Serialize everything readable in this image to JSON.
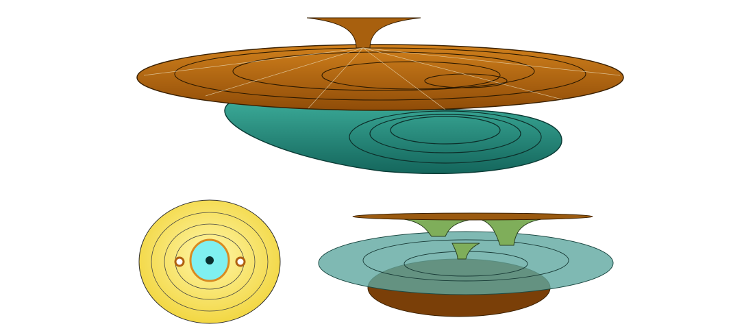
{
  "figures": [
    {
      "id": "top-surface",
      "colors": {
        "upper_sheet": "#b8680f",
        "lower_sheet": "#1f8a7a",
        "grid": "#f0e6c8",
        "contour": "#1a1a1a"
      }
    },
    {
      "id": "bottom-left-plan",
      "colors": {
        "outer": "#f5dc4a",
        "inner": "#7ff0f0",
        "contour": "#333333"
      }
    },
    {
      "id": "bottom-right-surface",
      "colors": {
        "upper_sheet": "#9a5a10",
        "middle_sheet": "#5fa8a0",
        "lower_sheet": "#7a3f08",
        "neck": "#6fa050"
      }
    }
  ]
}
